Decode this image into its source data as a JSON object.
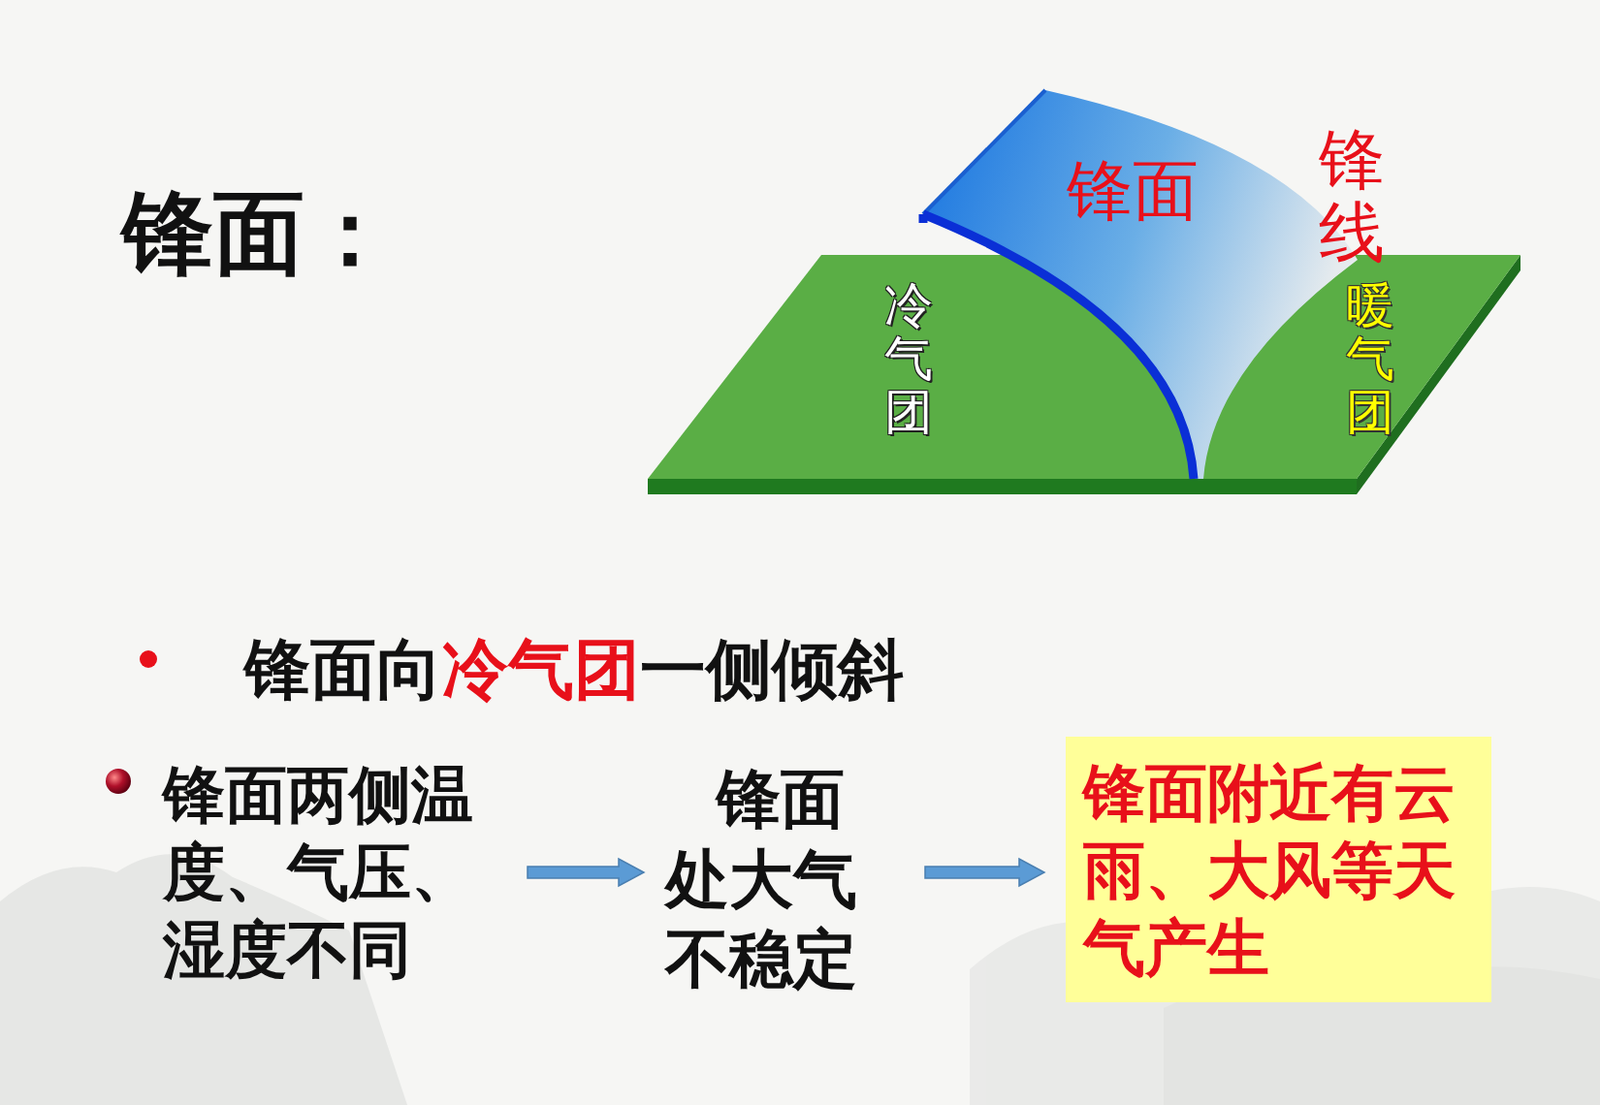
{
  "diagram": {
    "title": "锋面：",
    "nodes": [
      {
        "text": [
          "锋面两侧温度、气压、湿度不同"
        ]
      },
      {
        "text": [
          "锋面处大气不稳定"
        ]
      },
      {
        "text": [
          "锋面附近有云雨、大风等天气产生"
        ]
      }
    ],
    "edges": [
      {
        "from": 0,
        "to": 1,
        "arrow": "to"
      },
      {
        "from": 1,
        "to": 2,
        "arrow": "to"
      }
    ],
    "labels": [
      "锋面",
      "锋线",
      "冷气团",
      "暖气团",
      "锋面向冷气团一侧倾斜"
    ]
  }
}
